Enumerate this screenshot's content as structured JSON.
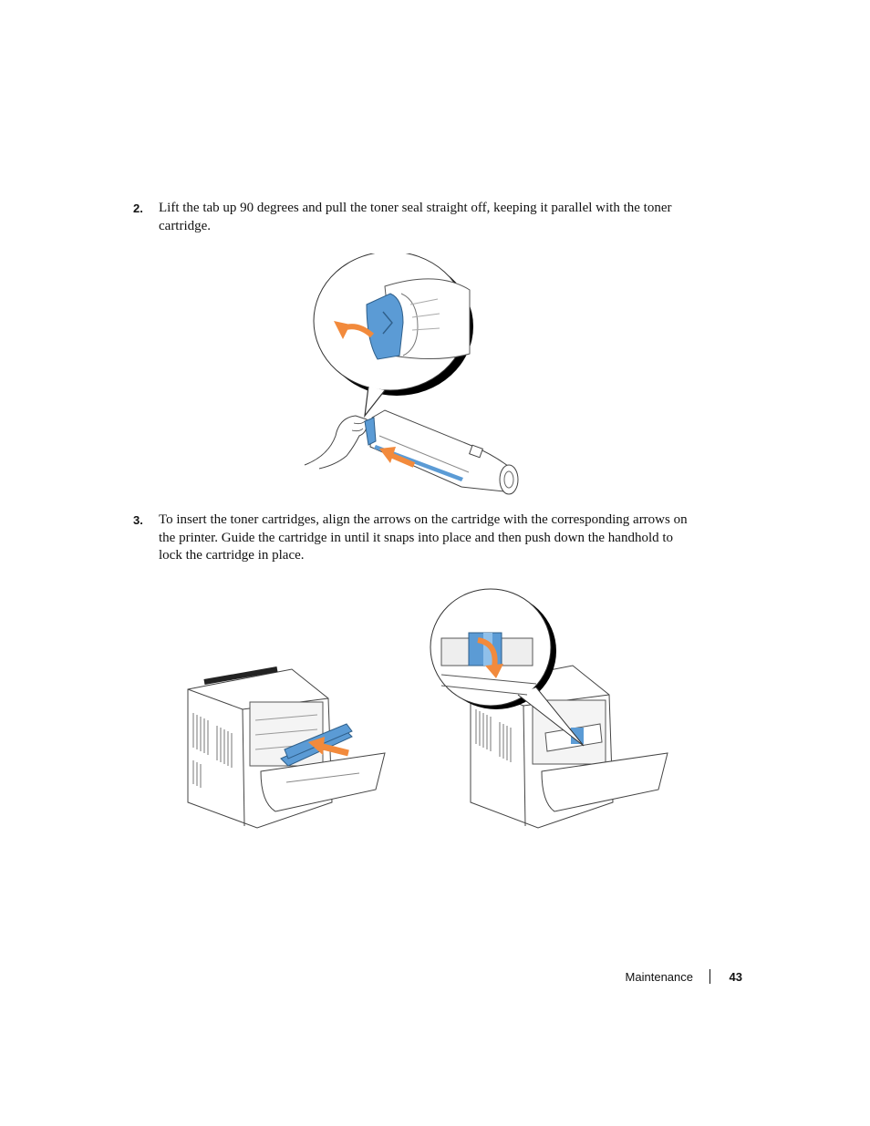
{
  "steps": [
    {
      "number": "2.",
      "text": "Lift the tab up 90 degrees and pull the toner seal straight off, keeping it parallel with the toner cartridge."
    },
    {
      "number": "3.",
      "text": "To insert the toner cartridges, align the arrows on the cartridge with the corresponding arrows on the printer. Guide the cartridge in until it snaps into place and then push down the handhold to lock the cartridge in place."
    }
  ],
  "footer": {
    "section": "Maintenance",
    "page": "43"
  },
  "colors": {
    "toner_blue": "#5b9bd5",
    "arrow_orange": "#f28a3c",
    "outline": "#333333"
  }
}
